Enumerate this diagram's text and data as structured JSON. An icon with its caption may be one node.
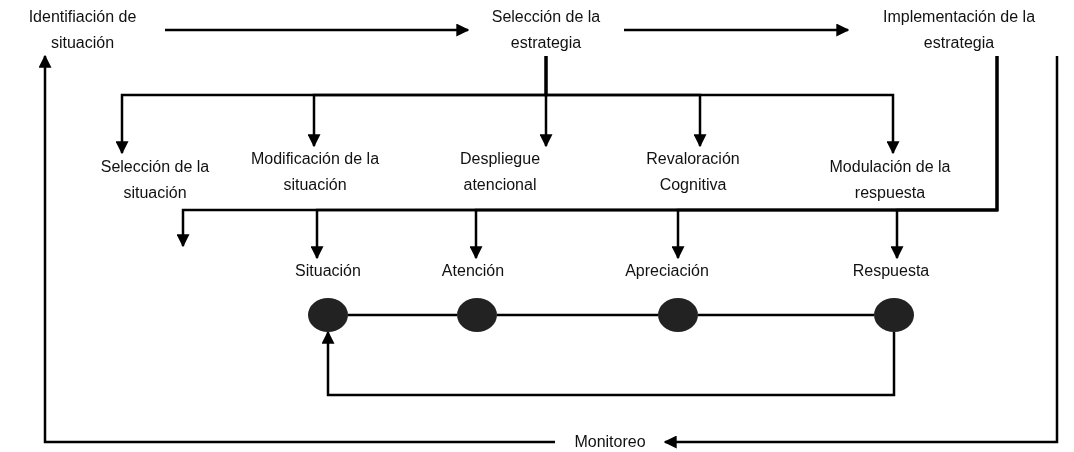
{
  "diagram": {
    "nodes": [
      {
        "text": [
          "Identifiación de situación"
        ]
      },
      {
        "text": [
          "Selección de la estrategia"
        ]
      },
      {
        "text": [
          "Implementación de la estrategia"
        ]
      },
      {
        "text": [
          "Selección de la situación"
        ]
      },
      {
        "text": [
          "Modificación de la situación"
        ]
      },
      {
        "text": [
          "Despliegue atencional"
        ]
      },
      {
        "text": [
          "Revaloración Cognitiva"
        ]
      },
      {
        "text": [
          "Modulación de la respuesta"
        ]
      },
      {
        "text": [
          "Situación"
        ]
      },
      {
        "text": [
          "Atención"
        ]
      },
      {
        "text": [
          "Apreciación"
        ]
      },
      {
        "text": [
          "Respuesta"
        ]
      },
      {
        "text": [],
        "shape": "circle"
      },
      {
        "text": [],
        "shape": "circle"
      },
      {
        "text": [],
        "shape": "circle"
      },
      {
        "text": [],
        "shape": "circle"
      },
      {
        "text": [
          "Monitoreo"
        ]
      }
    ],
    "edges": [
      {
        "from": 0,
        "to": 1,
        "arrow": "to"
      },
      {
        "from": 1,
        "to": 2,
        "arrow": "to"
      },
      {
        "from": 1,
        "to": 3,
        "arrow": "to"
      },
      {
        "from": 1,
        "to": 4,
        "arrow": "to"
      },
      {
        "from": 1,
        "to": 5,
        "arrow": "to"
      },
      {
        "from": 1,
        "to": 6,
        "arrow": "to"
      },
      {
        "from": 1,
        "to": 7,
        "arrow": "to"
      },
      {
        "from": 2,
        "to": null,
        "arrow": "to"
      },
      {
        "from": 2,
        "to": 8,
        "arrow": "to"
      },
      {
        "from": 2,
        "to": 9,
        "arrow": "to"
      },
      {
        "from": 2,
        "to": 10,
        "arrow": "to"
      },
      {
        "from": 2,
        "to": 11,
        "arrow": "to"
      },
      {
        "from": 12,
        "to": 13,
        "arrow": "none"
      },
      {
        "from": 13,
        "to": 14,
        "arrow": "none"
      },
      {
        "from": 14,
        "to": 15,
        "arrow": "none"
      },
      {
        "from": 15,
        "to": 12,
        "arrow": "to"
      },
      {
        "from": 2,
        "to": 16,
        "arrow": "to"
      },
      {
        "from": 16,
        "to": 0,
        "arrow": "to"
      }
    ]
  }
}
